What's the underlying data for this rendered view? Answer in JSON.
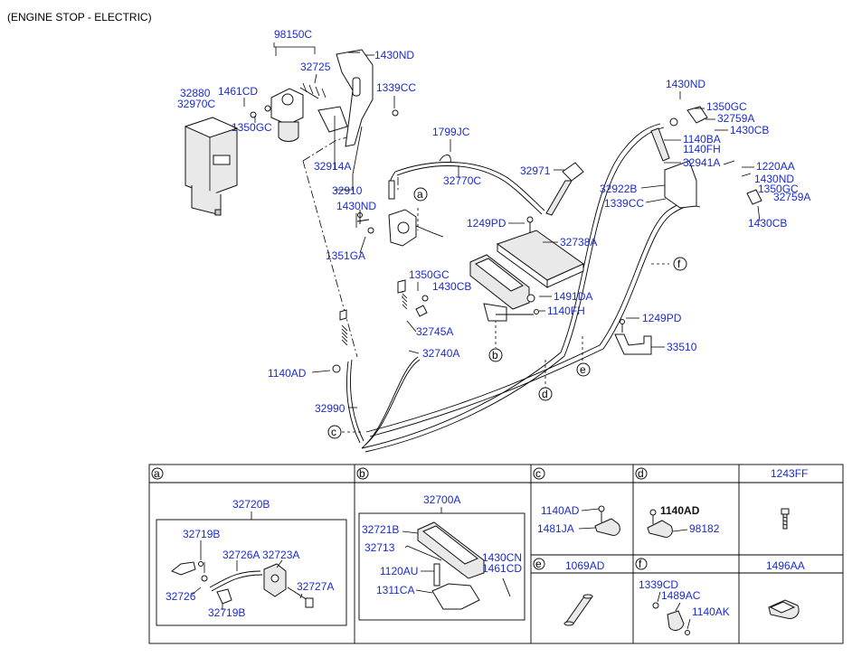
{
  "title": "(ENGINE STOP - ELECTRIC)",
  "upper_labels": {
    "p98150C": "98150C",
    "p32725": "32725",
    "p1430ND_a": "1430ND",
    "p32880": "32880",
    "p32970C": "32970C",
    "p1461CD": "1461CD",
    "p1350GC_a": "1350GC",
    "p1339CC_a": "1339CC",
    "p32914A": "32914A",
    "p32910": "32910",
    "p1799JC": "1799JC",
    "p32770C": "32770C",
    "p32971": "32971",
    "p1430ND_b": "1430ND",
    "p1351GA": "1351GA",
    "p1249PD_a": "1249PD",
    "p32738A": "32738A",
    "p1350GC_b": "1350GC",
    "p1430CB_a": "1430CB",
    "p1491DA": "1491DA",
    "p1140FH_a": "1140FH",
    "p32745A": "32745A",
    "p32740A": "32740A",
    "p1140AD_a": "1140AD",
    "p32990": "32990",
    "p1430ND_c": "1430ND",
    "p1350GC_c": "1350GC",
    "p32759A_a": "32759A",
    "p1430CB_b": "1430CB",
    "p1140BA": "1140BA",
    "p1140FH_b": "1140FH",
    "p32941A": "32941A",
    "p1220AA": "1220AA",
    "p32922B": "32922B",
    "p1430ND_d": "1430ND",
    "p1350GC_d": "1350GC",
    "p1339CC_b": "1339CC",
    "p32759A_b": "32759A",
    "p1430CB_c": "1430CB",
    "p1249PD_b": "1249PD",
    "p33510": "33510"
  },
  "callouts": {
    "a": "a",
    "b": "b",
    "c": "c",
    "d": "d",
    "e": "e",
    "f": "f"
  },
  "table": {
    "headers": {
      "a": "a",
      "b": "b",
      "c": "c",
      "d": "d",
      "p1243FF": "1243FF",
      "e": "e",
      "p1069AD": "1069AD",
      "f": "f",
      "p1496AA": "1496AA"
    },
    "panel_a": {
      "p32720B": "32720B",
      "p32719B_a": "32719B",
      "p32726A": "32726A",
      "p32723A": "32723A",
      "p32726": "32726",
      "p32719B_b": "32719B",
      "p32727A": "32727A"
    },
    "panel_b": {
      "p32700A": "32700A",
      "p32721B": "32721B",
      "p32713": "32713",
      "p1430CN": "1430CN",
      "p1461CD": "1461CD",
      "p1120AU": "1120AU",
      "p1311CA": "1311CA"
    },
    "panel_c": {
      "p1140AD": "1140AD",
      "p1481JA": "1481JA"
    },
    "panel_d": {
      "p1140AD": "1140AD",
      "p98182": "98182"
    },
    "panel_f": {
      "p1339CD": "1339CD",
      "p1489AC": "1489AC",
      "p1140AK": "1140AK"
    }
  }
}
